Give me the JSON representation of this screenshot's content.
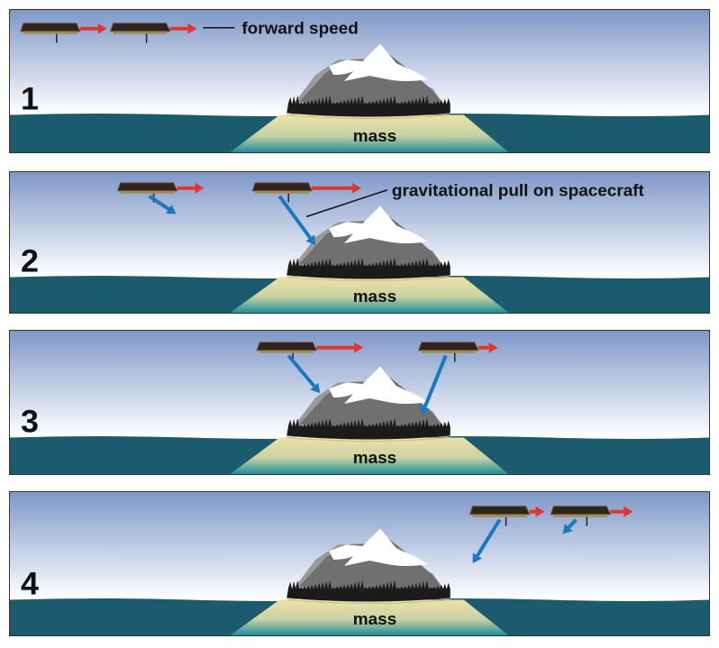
{
  "panels": [
    {
      "number": "1",
      "mass_label": "mass",
      "annotation": "forward speed"
    },
    {
      "number": "2",
      "mass_label": "mass",
      "annotation": "gravitational pull on spacecraft"
    },
    {
      "number": "3",
      "mass_label": "mass"
    },
    {
      "number": "4",
      "mass_label": "mass"
    }
  ],
  "colors": {
    "sky_top": "#7f98c8",
    "sky_bottom": "#ffffff",
    "water": "#1c5a6e",
    "forward_arrow": "#e0372d",
    "gravity_arrow": "#1a78bd",
    "sand": "#eee1a8"
  }
}
